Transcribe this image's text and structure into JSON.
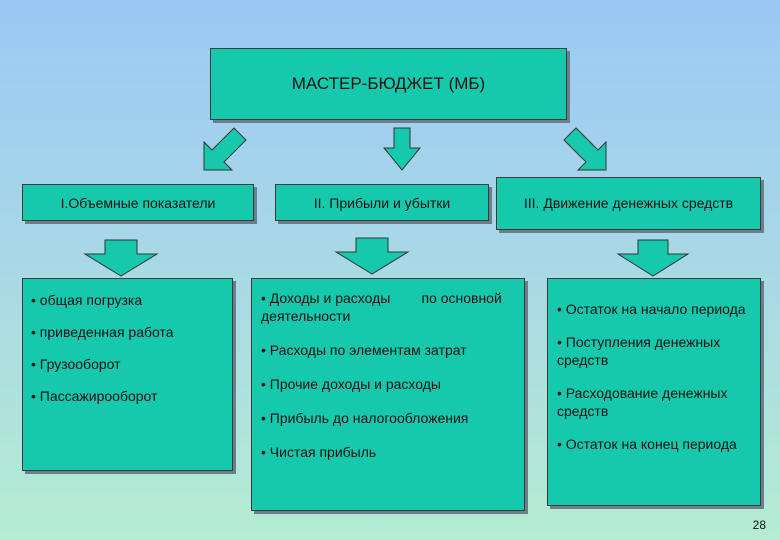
{
  "master": {
    "title": "МАСТЕР-БЮДЖЕТ (МБ)"
  },
  "sections": [
    {
      "heading": "I.Объемные показатели",
      "items": [
        "• общая погрузка",
        "• приведенная работа",
        "• Грузооборот",
        "• Пассажирооборот"
      ]
    },
    {
      "heading": "II. Прибыли и убытки",
      "items": [
        "• Доходы и расходы        по основной деятельности",
        "• Расходы по элементам затрат",
        "• Прочие доходы и расходы",
        "• Прибыль до налогообложения",
        "• Чистая прибыль"
      ]
    },
    {
      "heading": "III. Движение денежных средств",
      "items": [
        "• Остаток на начало периода",
        "• Поступления денежных средств",
        "• Расходование денежных средств",
        "• Остаток на конец периода"
      ]
    }
  ],
  "page_number": "28",
  "colors": {
    "box": "#16c9ad",
    "background_top": "#9bc8f5",
    "background_bottom": "#b5ecd2"
  }
}
